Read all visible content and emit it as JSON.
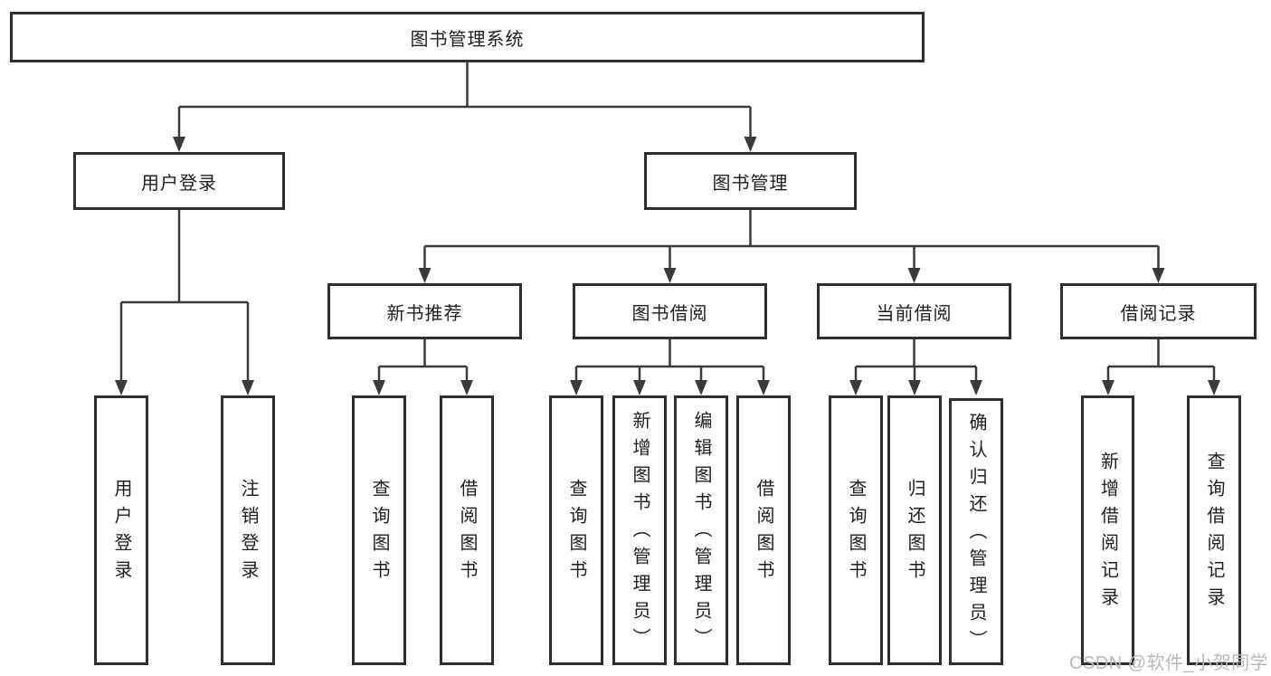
{
  "colors": {
    "background": "#ffffff",
    "line": "#3a3a3a",
    "box_border": "#2f2f2f",
    "text": "#1f1f1f",
    "watermark": "#b9b9b9"
  },
  "diagram": {
    "title": "图书管理系统",
    "root": {
      "label": "图书管理系统"
    },
    "branches": [
      {
        "label": "用户登录",
        "children": [
          {
            "label": "用户登录"
          },
          {
            "label": "注销登录"
          }
        ]
      },
      {
        "label": "图书管理",
        "children": [
          {
            "label": "新书推荐",
            "children": [
              {
                "label": "查询图书"
              },
              {
                "label": "借阅图书"
              }
            ]
          },
          {
            "label": "图书借阅",
            "children": [
              {
                "label": "查询图书"
              },
              {
                "label": "新增图书（管理员）"
              },
              {
                "label": "编辑图书（管理员）"
              },
              {
                "label": "借阅图书"
              }
            ]
          },
          {
            "label": "当前借阅",
            "children": [
              {
                "label": "查询图书"
              },
              {
                "label": "归还图书"
              },
              {
                "label": "确认归还（管理员）"
              }
            ]
          },
          {
            "label": "借阅记录",
            "children": [
              {
                "label": "新增借阅记录"
              },
              {
                "label": "查询借阅记录"
              }
            ]
          }
        ]
      }
    ]
  },
  "watermark": {
    "text": "CSDN @软件_小贺同学"
  }
}
